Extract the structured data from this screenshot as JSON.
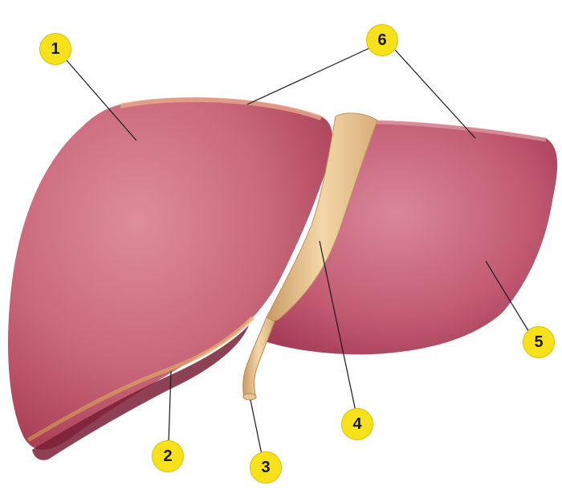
{
  "diagram": {
    "labels": [
      {
        "id": "1",
        "text": "1"
      },
      {
        "id": "2",
        "text": "2"
      },
      {
        "id": "3",
        "text": "3"
      },
      {
        "id": "4",
        "text": "4"
      },
      {
        "id": "5",
        "text": "5"
      },
      {
        "id": "6",
        "text": "6"
      }
    ],
    "colors": {
      "organ_main": "#c0566a",
      "organ_light": "#d98592",
      "organ_dark": "#8a2a3c",
      "ligament": "#e8c08a",
      "marker_fill": "#f7e21a",
      "leader_line": "#1a1a1a"
    }
  }
}
